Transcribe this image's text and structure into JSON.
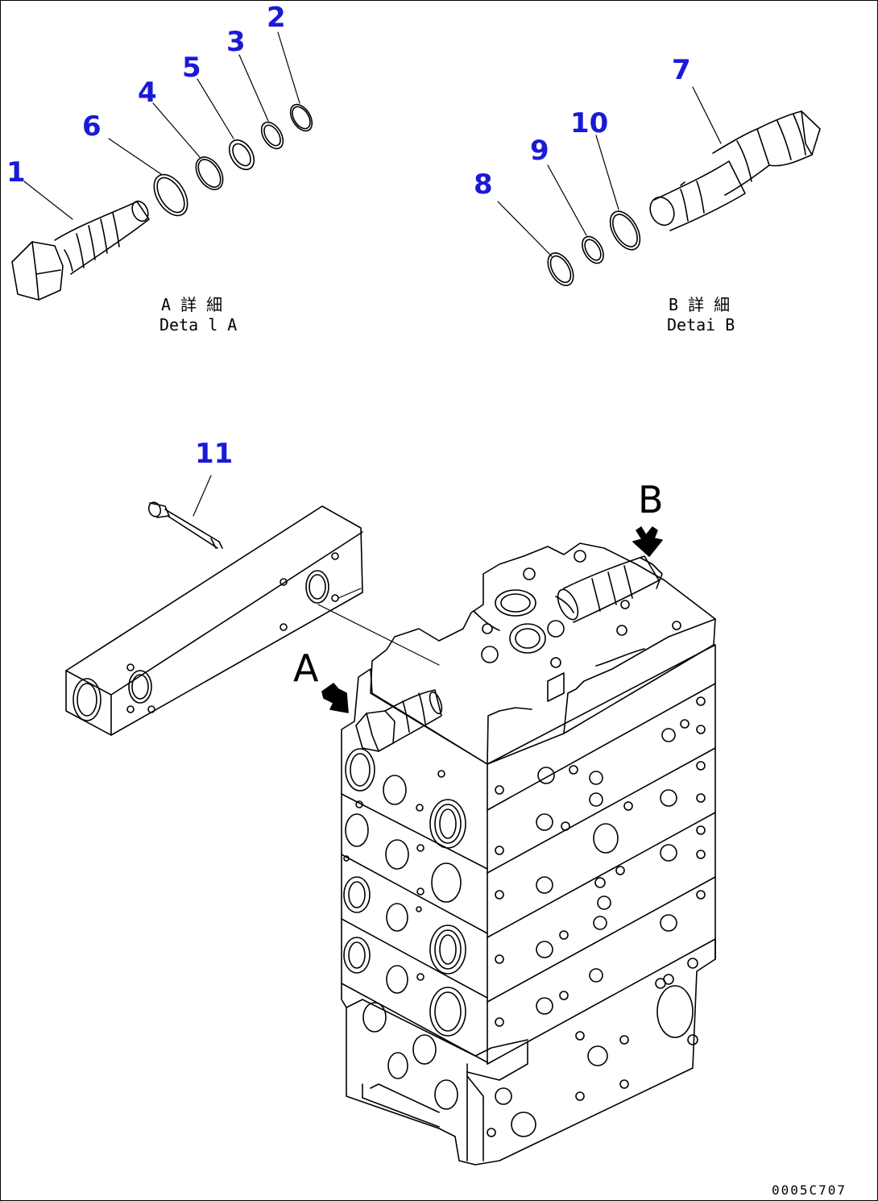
{
  "colors": {
    "line": "#000000",
    "callout": "#1a1ad6",
    "background": "#ffffff"
  },
  "callouts": [
    {
      "id": "1",
      "label": "1"
    },
    {
      "id": "2",
      "label": "2"
    },
    {
      "id": "3",
      "label": "3"
    },
    {
      "id": "4",
      "label": "4"
    },
    {
      "id": "5",
      "label": "5"
    },
    {
      "id": "6",
      "label": "6"
    },
    {
      "id": "7",
      "label": "7"
    },
    {
      "id": "8",
      "label": "8"
    },
    {
      "id": "9",
      "label": "9"
    },
    {
      "id": "10",
      "label": "10"
    },
    {
      "id": "11",
      "label": "11"
    }
  ],
  "detail_a": {
    "caption_jp": "A 詳 細",
    "caption_en": "Deta l A"
  },
  "detail_b": {
    "caption_jp": "B 詳 細",
    "caption_en": "Detai B"
  },
  "view_labels": {
    "a": "A",
    "b": "B"
  },
  "drawing_number": "0005C707"
}
